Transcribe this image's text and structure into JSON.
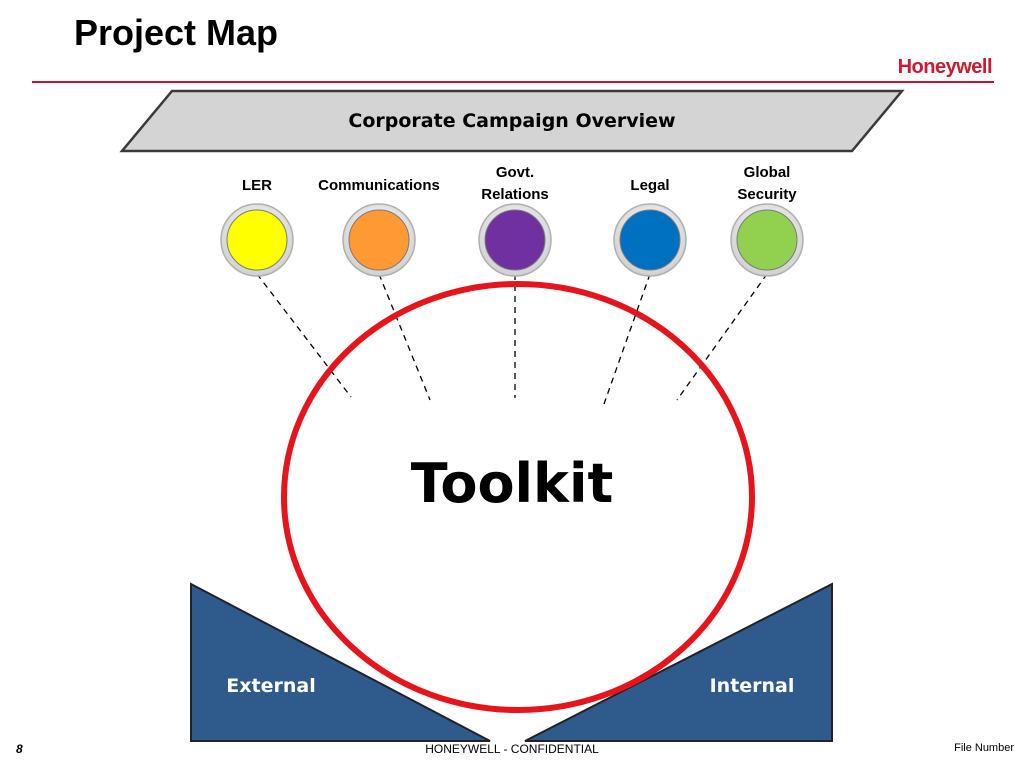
{
  "header": {
    "title": "Project Map",
    "logo_text": "Honeywell"
  },
  "banner": {
    "label": "Corporate Campaign Overview"
  },
  "groups": [
    {
      "lines": [
        "LER"
      ],
      "color": "#ffff00"
    },
    {
      "lines": [
        "Communications"
      ],
      "color": "#ff9933"
    },
    {
      "lines": [
        "Govt.",
        "Relations"
      ],
      "color": "#7030a0"
    },
    {
      "lines": [
        "Legal"
      ],
      "color": "#0070c0"
    },
    {
      "lines": [
        "Global",
        "Security"
      ],
      "color": "#92d050"
    }
  ],
  "center": {
    "label": "Toolkit",
    "ring_color": "#e8141c"
  },
  "bases": {
    "left_label": "External",
    "right_label": "Internal",
    "fill": "#2f5a8c"
  },
  "footer": {
    "page_number": "8",
    "confidentiality": "HONEYWELL - CONFIDENTIAL",
    "file_label": "File Number"
  }
}
